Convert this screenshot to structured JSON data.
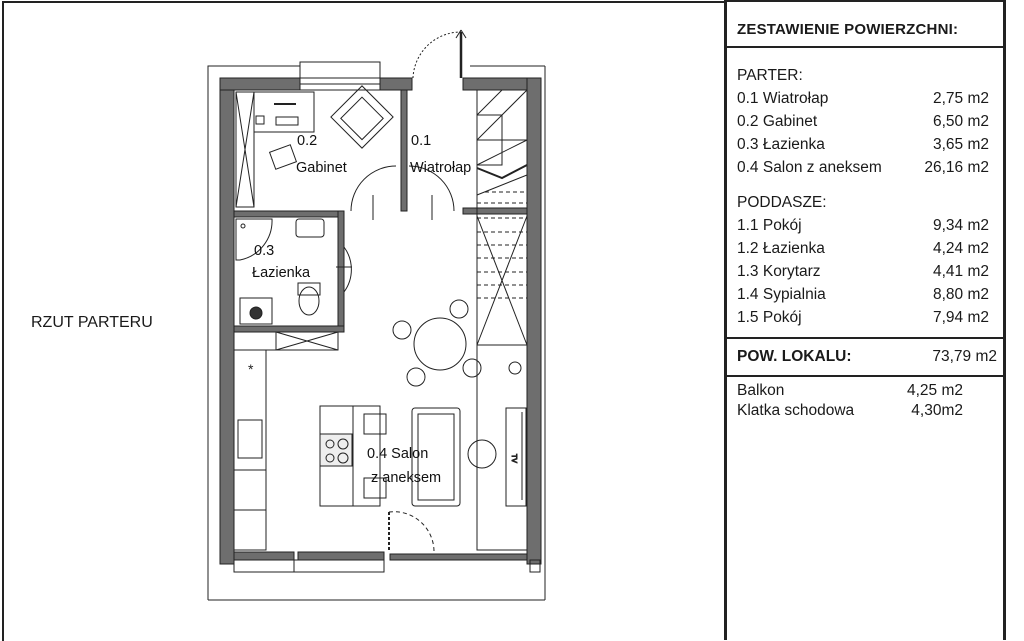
{
  "drawing": {
    "title": "RZUT PARTERU",
    "room_labels": [
      {
        "number": "0.1",
        "name": "Wiatrołap"
      },
      {
        "number": "0.2",
        "name": "Gabinet"
      },
      {
        "number": "0.3",
        "name": "Łazienka"
      },
      {
        "number": "0.4 Salon",
        "name": "z aneksem"
      }
    ],
    "tv_label": "TV",
    "fridge_symbol": "*"
  },
  "summary": {
    "title": "ZESTAWIENIE POWIERZCHNI:",
    "parter": {
      "heading": "PARTER:",
      "rooms": [
        {
          "name": "0.1 Wiatrołap",
          "area": "2,75 m2"
        },
        {
          "name": "0.2 Gabinet",
          "area": "6,50 m2"
        },
        {
          "name": "0.3 Łazienka",
          "area": "3,65 m2"
        },
        {
          "name": "0.4 Salon z aneksem",
          "area": "26,16 m2"
        }
      ]
    },
    "poddasze": {
      "heading": "PODDASZE:",
      "rooms": [
        {
          "name": "1.1 Pokój",
          "area": "9,34 m2"
        },
        {
          "name": "1.2 Łazienka",
          "area": "4,24 m2"
        },
        {
          "name": "1.3 Korytarz",
          "area": "4,41 m2"
        },
        {
          "name": "1.4 Sypialnia",
          "area": "8,80 m2"
        },
        {
          "name": "1.5 Pokój",
          "area": "7,94 m2"
        }
      ]
    },
    "total": {
      "label": "POW. LOKALU:",
      "area": "73,79 m2"
    },
    "extras": [
      {
        "name": "Balkon",
        "area": "4,25 m2"
      },
      {
        "name": "Klatka schodowa",
        "area": "4,30m2"
      }
    ]
  }
}
